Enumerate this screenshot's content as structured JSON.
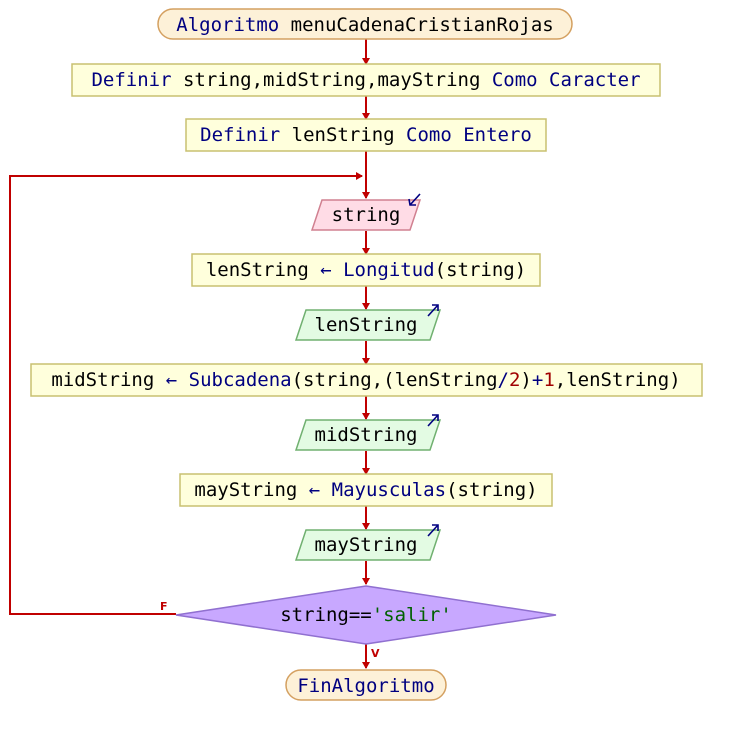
{
  "diagram": {
    "start": "Algoritmo menuCadenaCristianRojas",
    "define_chars": "Definir string,midString,mayString Como Caracter",
    "define_int": "Definir lenString Como Entero",
    "read_string": "string",
    "assign_len": "lenString ← Longitud(string)",
    "write_len": "lenString",
    "assign_mid": "midString ← Subcadena(string,(lenString/2)+1,lenString)",
    "write_mid": "midString",
    "assign_may": "mayString ← Mayusculas(string)",
    "write_may": "mayString",
    "condition": "string=='salir'",
    "label_false": "F",
    "label_true": "V",
    "end": "FinAlgoritmo"
  },
  "colors": {
    "terminal_fill": "#fdf1d8",
    "process_fill": "#ffffdc",
    "input_fill": "#ffdce6",
    "output_fill": "#e3fbe3",
    "decision_fill": "#c8a8ff",
    "connector": "#c00000",
    "keyword": "#000080"
  },
  "tokens": {
    "start": [
      [
        "Algoritmo",
        "kw"
      ],
      [
        " menuCadenaCristianRojas",
        "id"
      ]
    ],
    "define_chars": [
      [
        "Definir",
        "kw"
      ],
      [
        " string",
        "id"
      ],
      [
        ",",
        "op"
      ],
      [
        "midString",
        "id"
      ],
      [
        ",",
        "op"
      ],
      [
        "mayString",
        "id"
      ],
      [
        " Como Caracter",
        "kw"
      ]
    ],
    "define_int": [
      [
        "Definir",
        "kw"
      ],
      [
        " lenString",
        "id"
      ],
      [
        " Como Entero",
        "kw"
      ]
    ],
    "assign_len": [
      [
        "lenString",
        "id"
      ],
      [
        " ← ",
        "kw"
      ],
      [
        "Longitud",
        "kw"
      ],
      [
        "(",
        "op"
      ],
      [
        "string",
        "id"
      ],
      [
        ")",
        "op"
      ]
    ],
    "assign_mid": [
      [
        "midString",
        "id"
      ],
      [
        " ← ",
        "kw"
      ],
      [
        "Subcadena",
        "kw"
      ],
      [
        "(",
        "op"
      ],
      [
        "string",
        "id"
      ],
      [
        ",(",
        "op"
      ],
      [
        "lenString",
        "id"
      ],
      [
        "/",
        "kw"
      ],
      [
        "2",
        "num"
      ],
      [
        ")",
        "op"
      ],
      [
        "+",
        "kw"
      ],
      [
        "1",
        "num"
      ],
      [
        ",",
        "op"
      ],
      [
        "lenString",
        "id"
      ],
      [
        ")",
        "op"
      ]
    ],
    "assign_may": [
      [
        "mayString",
        "id"
      ],
      [
        " ← ",
        "kw"
      ],
      [
        "Mayusculas",
        "kw"
      ],
      [
        "(",
        "op"
      ],
      [
        "string",
        "id"
      ],
      [
        ")",
        "op"
      ]
    ],
    "condition": [
      [
        "string",
        "id"
      ],
      [
        "==",
        "op"
      ],
      [
        "'salir'",
        "str"
      ]
    ]
  }
}
